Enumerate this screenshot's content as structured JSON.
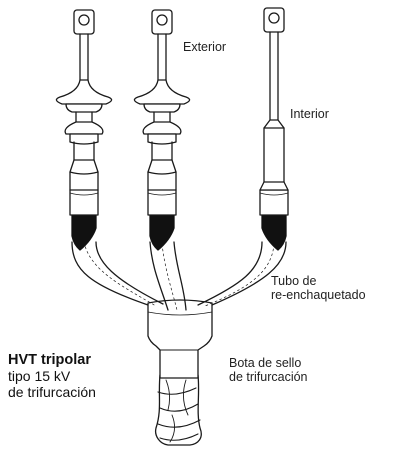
{
  "labels": {
    "exterior": "Exterior",
    "interior": "Interior",
    "tubo_line1": "Tubo de",
    "tubo_line2": "re-enchaquetado",
    "bota_line1": "Bota de sello",
    "bota_line2": "de trifurcación"
  },
  "title": {
    "line1": "HVT tripolar",
    "line2": "tipo 15 kV",
    "line3": "de trifurcación"
  }
}
